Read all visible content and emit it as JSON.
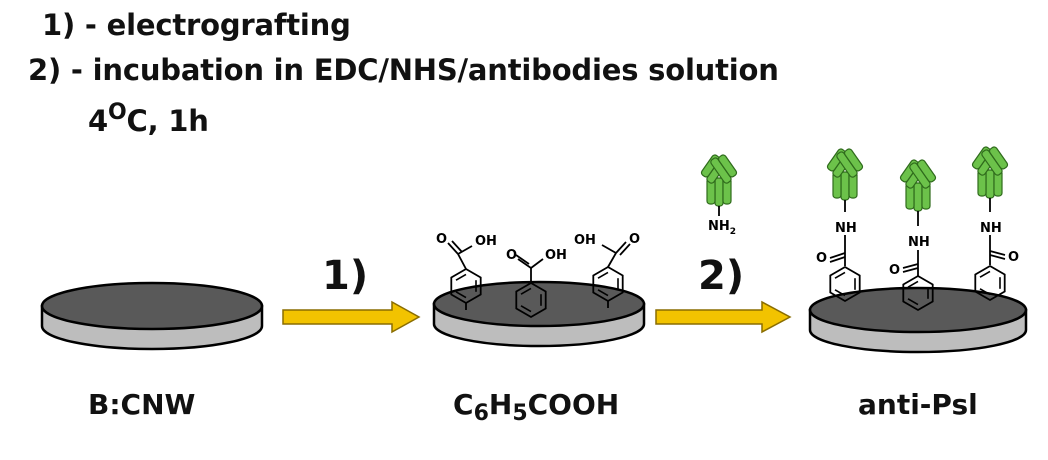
{
  "header": {
    "line1": "1) - electrografting",
    "line2": "2) - incubation in EDC/NHS/antibodies solution",
    "temp_value": "4",
    "temp_sup": "O",
    "temp_rest": "C, 1h"
  },
  "steps": {
    "step1": "1)",
    "step2": "2)"
  },
  "labels": {
    "left": "B:CNW",
    "middle_c": "C",
    "middle_c_sub": "6",
    "middle_h": "H",
    "middle_h_sub": "5",
    "middle_rest": "COOH",
    "right": "anti-Psl"
  },
  "chem": {
    "acid": "OH",
    "acid_o": "O",
    "nh2": "NH",
    "nh2_sub": "2",
    "nh": "NH",
    "amide_o": "O"
  },
  "colors": {
    "arrow": "#f2c300",
    "antibody": "#6cc24a",
    "disc_top": "#595959",
    "disc_side": "#bdbdbd"
  }
}
